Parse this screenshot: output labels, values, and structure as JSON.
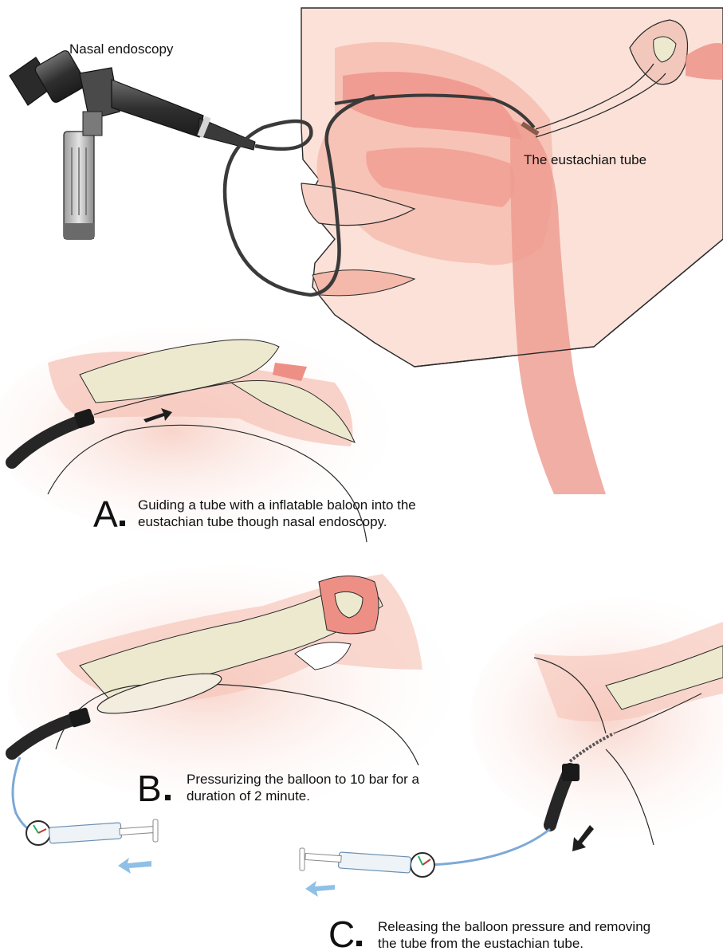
{
  "labels": {
    "nasal_endoscopy": "Nasal endoscopy",
    "eustachian_tube": "The eustachian tube"
  },
  "steps": [
    {
      "letter": "A",
      "line1": "Guiding a tube with a inflatable baloon into the",
      "line2": "eustachian tube though nasal endoscopy."
    },
    {
      "letter": "B",
      "line1": "Pressurizing the balloon to 10 bar for a",
      "line2": "duration of 2 minute."
    },
    {
      "letter": "C",
      "line1": "Releasing the balloon pressure and removing",
      "line2": "the tube from the eustachian tube."
    }
  ],
  "colors": {
    "tissue": "#f6c7bc",
    "mucosa": "#ee8f85",
    "bone": "#ece9cf",
    "skin_line": "#2a2a2a",
    "scope_dark": "#3b3b3b",
    "syringe_tube": "#7da9d6",
    "arrow_blue": "#8fc0e6",
    "arrow_dark": "#1e1e1e"
  }
}
